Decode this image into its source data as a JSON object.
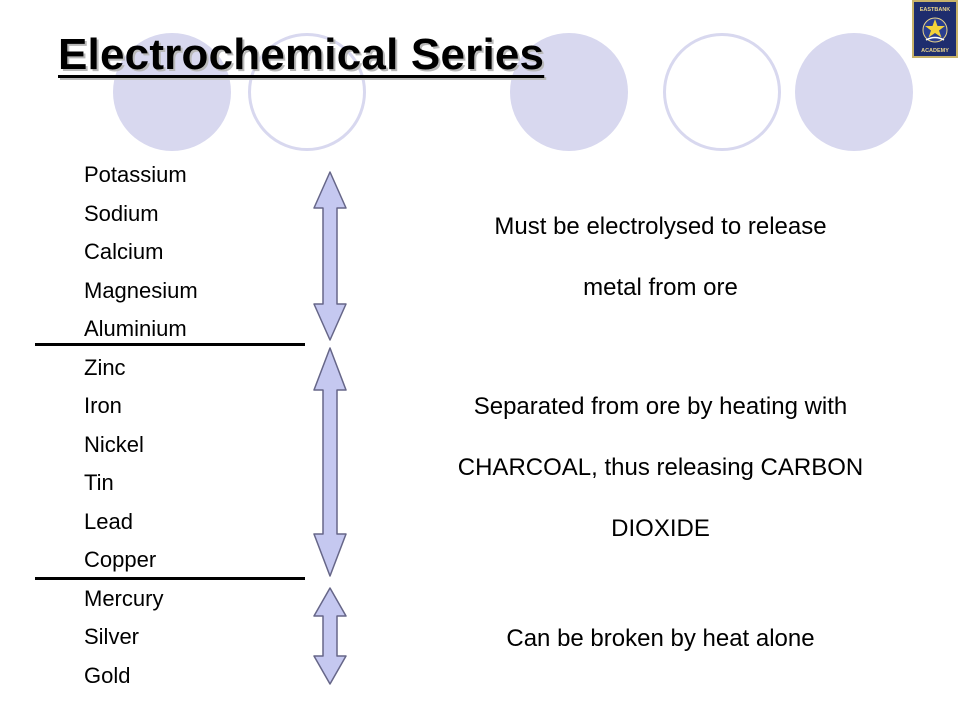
{
  "slide": {
    "title": "Electrochemical Series"
  },
  "metals": [
    "Potassium",
    "Sodium",
    "Calcium",
    "Magnesium",
    "Aluminium",
    "Zinc",
    "Iron",
    "Nickel",
    "Tin",
    "Lead",
    "Copper",
    "Mercury",
    "Silver",
    "Gold"
  ],
  "groups": [
    {
      "lines": [
        "Must be electrolysed to release",
        "metal from ore"
      ]
    },
    {
      "lines": [
        "Separated from ore by heating with",
        "CHARCOAL, thus releasing CARBON",
        "DIOXIDE"
      ]
    },
    {
      "lines": [
        "Can be broken by heat alone"
      ]
    }
  ],
  "logo": {
    "text_top": "EASTBANK",
    "text_bottom": "ACADEMY",
    "icon": "star-crest-icon"
  },
  "colors": {
    "decoration": "#d8d8ef",
    "arrow_fill": "#c5c8f0",
    "arrow_stroke": "#666688"
  }
}
